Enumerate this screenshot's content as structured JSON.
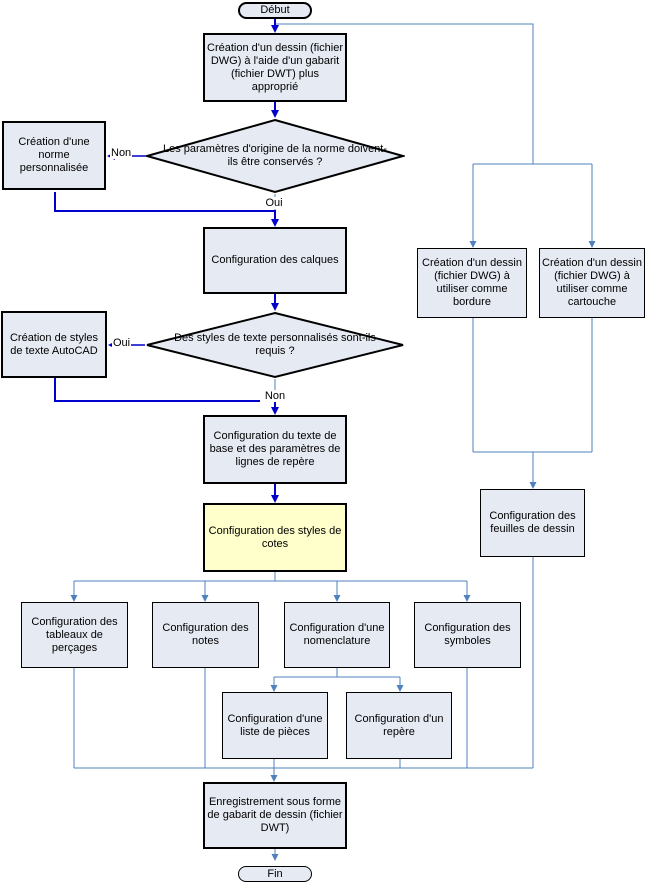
{
  "colors": {
    "main_flow": "#0000cc",
    "branch_flow": "#4f81bd",
    "node_fill": "#e6eaf3",
    "highlight_fill": "#ffffcc",
    "node_border": "#000000"
  },
  "nodes": {
    "debut": {
      "label": "Début"
    },
    "creation_dessin": {
      "label": "Création d'un dessin (fichier DWG) à l'aide d'un gabarit (fichier DWT) plus approprié"
    },
    "q_norme": {
      "label": "Les paramètres d'origine de la norme doivent-ils être conservés ?"
    },
    "norme_perso": {
      "label": "Création d'une norme personnalisée"
    },
    "calques": {
      "label": "Configuration des calques"
    },
    "q_styles_texte": {
      "label": "Des styles de texte personnalisés sont-ils requis ?"
    },
    "styles_texte": {
      "label": "Création de styles de texte AutoCAD"
    },
    "texte_base": {
      "label": "Configuration du texte de base et des paramètres de lignes de repère"
    },
    "styles_cotes": {
      "label": "Configuration des styles de cotes"
    },
    "tableaux_percages": {
      "label": "Configuration des tableaux de perçages"
    },
    "notes": {
      "label": "Configuration des notes"
    },
    "nomenclature": {
      "label": "Configuration d'une nomenclature"
    },
    "symboles": {
      "label": "Configuration des symboles"
    },
    "liste_pieces": {
      "label": "Configuration d'une liste de pièces"
    },
    "repere": {
      "label": "Configuration d'un repère"
    },
    "enregistrement": {
      "label": "Enregistrement sous forme de gabarit de dessin (fichier DWT)"
    },
    "fin": {
      "label": "Fin"
    },
    "bordure": {
      "label": "Création d'un dessin (fichier DWG) à utiliser comme bordure"
    },
    "cartouche": {
      "label": "Création d'un dessin (fichier DWG) à utiliser comme cartouche"
    },
    "feuilles": {
      "label": "Configuration des feuilles de dessin"
    }
  },
  "edge_labels": {
    "q_norme_no": "Non",
    "q_norme_yes": "Oui",
    "q_styles_yes": "Oui",
    "q_styles_no": "Non"
  }
}
